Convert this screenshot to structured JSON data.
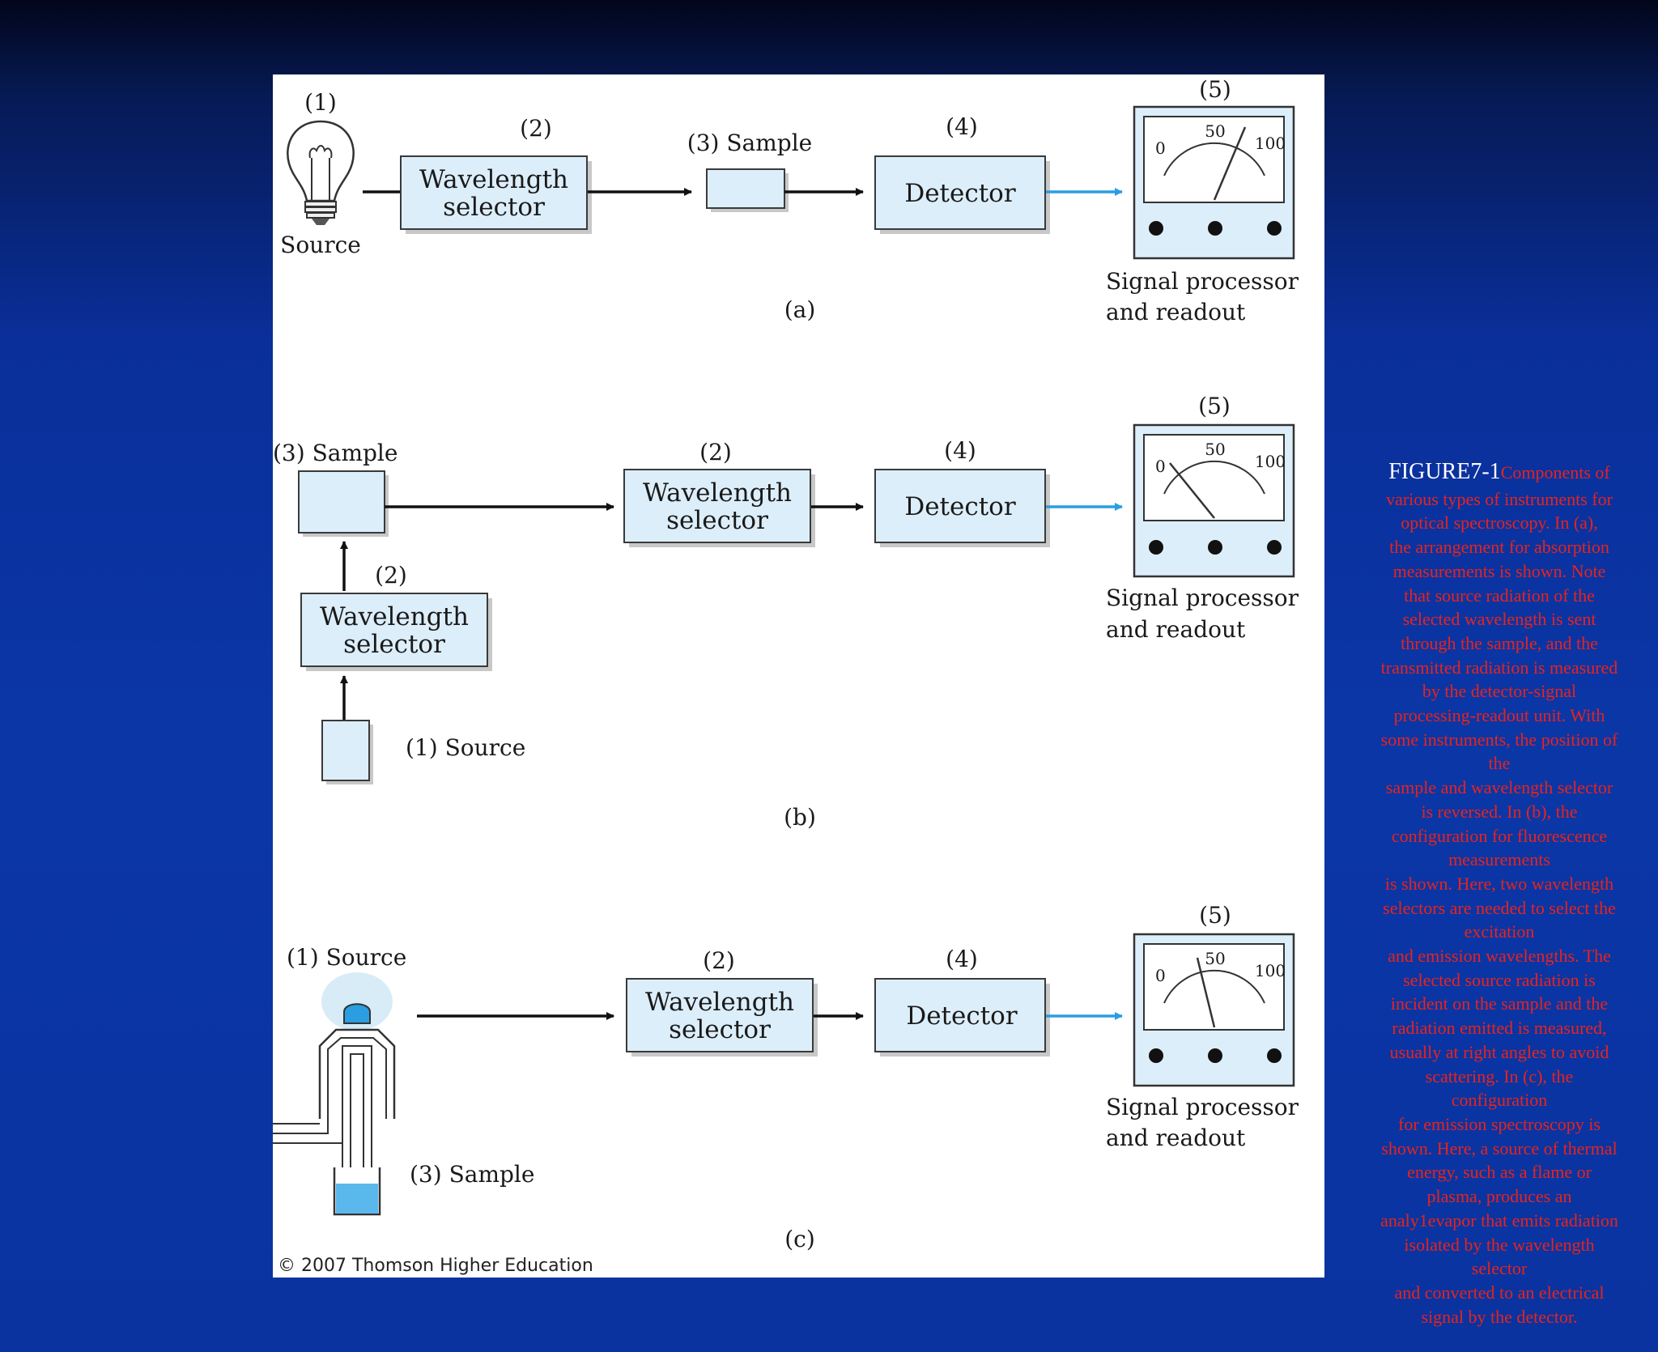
{
  "figure": {
    "panel_a": {
      "num_source": "(1)",
      "source": "Source",
      "num_selector": "(2)",
      "selector_line1": "Wavelength",
      "selector_line2": "selector",
      "sample": "(3) Sample",
      "num_detector": "(4)",
      "detector": "Detector",
      "num_readout": "(5)",
      "meter_0": "0",
      "meter_50": "50",
      "meter_100": "100",
      "readout_line1": "Signal processor",
      "readout_line2": "and readout",
      "panel_label": "(a)"
    },
    "panel_b": {
      "sample": "(3) Sample",
      "num_selector_top": "(2)",
      "selector_line1": "Wavelength",
      "selector_line2": "selector",
      "num_detector": "(4)",
      "detector": "Detector",
      "num_readout": "(5)",
      "meter_0": "0",
      "meter_50": "50",
      "meter_100": "100",
      "readout_line1": "Signal processor",
      "readout_line2": "and readout",
      "num_selector_left": "(2)",
      "source": "(1) Source",
      "panel_label": "(b)"
    },
    "panel_c": {
      "source": "(1) Source",
      "num_selector": "(2)",
      "selector_line1": "Wavelength",
      "selector_line2": "selector",
      "num_detector": "(4)",
      "detector": "Detector",
      "num_readout": "(5)",
      "meter_0": "0",
      "meter_50": "50",
      "meter_100": "100",
      "readout_line1": "Signal processor",
      "readout_line2": "and readout",
      "sample": "(3) Sample",
      "panel_label": "(c)"
    },
    "copyright": "© 2007 Thomson Higher Education"
  },
  "caption": {
    "label": "FIGURE7-1",
    "lines": [
      "Components of",
      "various types of instruments for",
      "optical spectroscopy. In (a),",
      "the arrangement for absorption",
      "measurements is shown. Note",
      "that source radiation of the",
      "selected wavelength is sent",
      "through the sample, and the",
      "transmitted radiation is measured",
      "by the detector-signal",
      "processing-readout unit. With",
      "some instruments, the position of",
      "the",
      "sample and wavelength selector",
      "is reversed. In (b), the",
      "configuration for fluorescence",
      "measurements",
      "is shown. Here, two wavelength",
      "selectors are needed to select the",
      "excitation",
      "and emission wavelengths. The",
      "selected source radiation is",
      "incident on the sample and the",
      "radiation emitted is measured,",
      "usually at right angles to avoid",
      "scattering. In (c), the",
      "configuration",
      "for emission spectroscopy is",
      "shown. Here, a source of thermal",
      "energy, such as a flame or",
      "plasma, produces an",
      "analy1evapor that emits radiation",
      "isolated by the wavelength",
      "selector",
      "and converted to an electrical",
      "signal by the detector."
    ],
    "colors": {
      "label": "#ffffff",
      "text": "#e8231c"
    }
  }
}
